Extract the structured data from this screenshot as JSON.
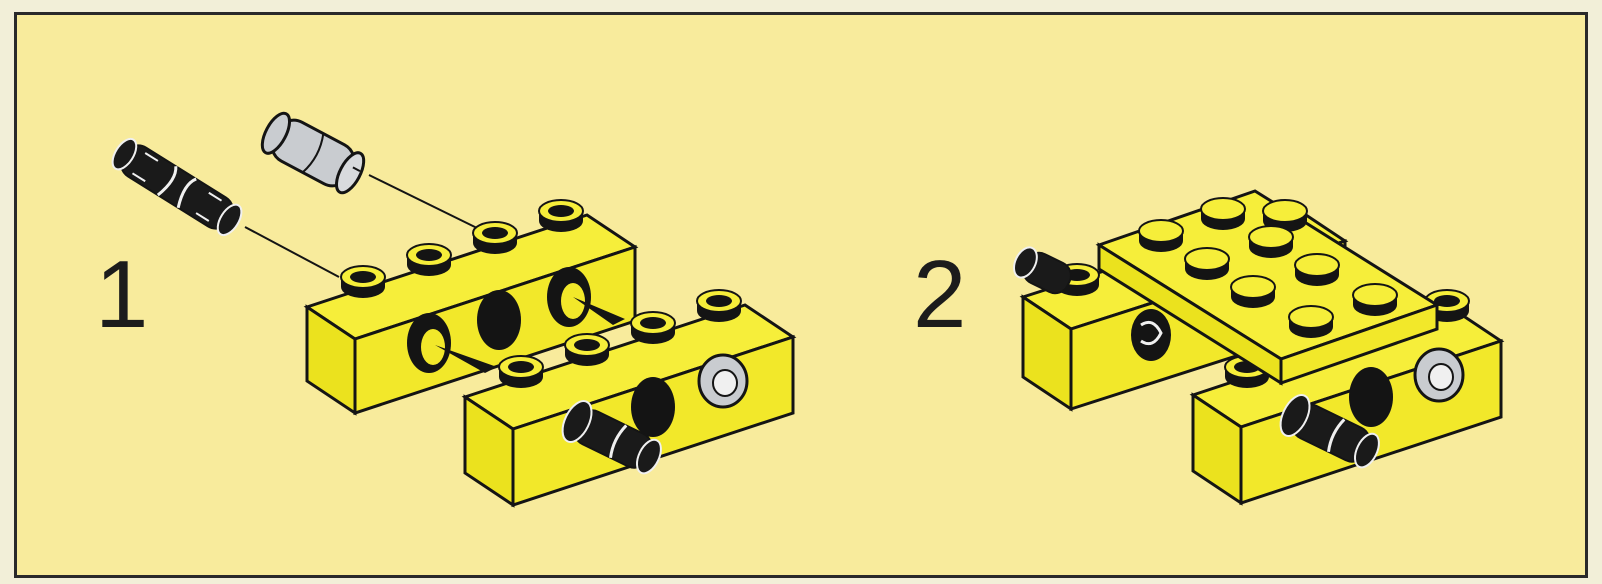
{
  "steps": [
    {
      "number": "1"
    },
    {
      "number": "2"
    }
  ],
  "colors": {
    "background": "#f8eb9c",
    "brick_yellow_top": "#f6ee3a",
    "brick_yellow_front": "#ebe21e",
    "pin_black": "#1a1a1a",
    "pin_gray": "#c9ccd0",
    "outline": "#141414"
  },
  "icons": [
    "technic-brick-1x4",
    "technic-plate-2x4",
    "connector-pin-black",
    "connector-pin-gray"
  ]
}
